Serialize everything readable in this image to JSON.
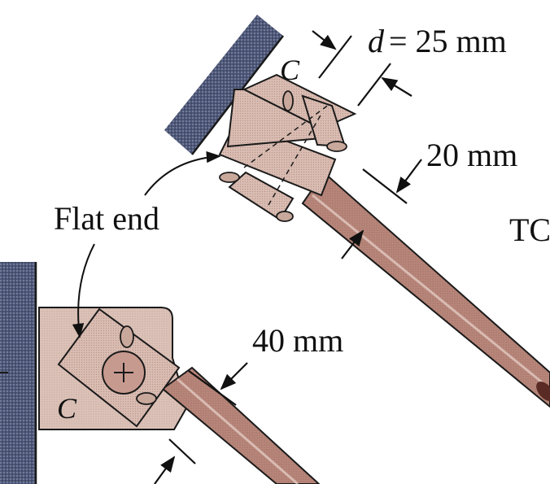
{
  "labels": {
    "d_symbol": "d",
    "d_value": "= 25 mm",
    "dim_20": "20 mm",
    "dim_40": "40 mm",
    "flat_end": "Flat end",
    "joint_c_top": "C",
    "joint_c_bottom": "C",
    "cut_text": "TC"
  },
  "colors": {
    "rod": "#b8867a",
    "block": "#d7b9ae",
    "wall": "#5c6585",
    "outline": "#1a1a1a"
  }
}
